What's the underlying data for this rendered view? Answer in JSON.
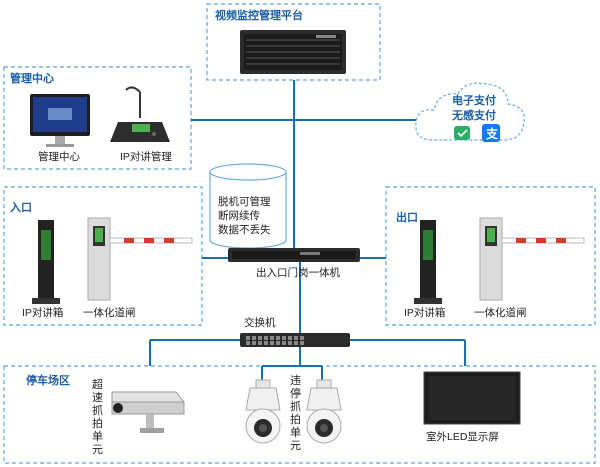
{
  "sections": {
    "platform": "视频监控管理平台",
    "mgmt": "管理中心",
    "entrance": "入口",
    "exit": "出口",
    "parking": "停车场区"
  },
  "labels": {
    "mgmt_pc": "管理中心",
    "ip_intercom_mgmt": "IP对讲管理",
    "entrance_intercom": "IP对讲箱",
    "entrance_barrier": "一体化道闸",
    "exit_intercom": "IP对讲箱",
    "exit_barrier": "一体化道闸",
    "guard_booth": "出入口门岗一体机",
    "switch": "交换机",
    "led": "室外LED显示屏"
  },
  "cloud": {
    "line1": "电子支付",
    "line2": "无感支付"
  },
  "database": {
    "line1": "脱机可管理",
    "line2": "断网续传",
    "line3": "数据不丢失"
  },
  "vertical": {
    "bullet_cam": [
      "超",
      "速",
      "抓",
      "拍",
      "单",
      "元"
    ],
    "dome_cam": [
      "违",
      "停",
      "抓",
      "拍",
      "单",
      "元"
    ]
  },
  "colors": {
    "line": "#1b6fb0",
    "box_border": "#5aa8d8",
    "title": "#1b5fa8",
    "barrier_red": "#d63a2f"
  }
}
